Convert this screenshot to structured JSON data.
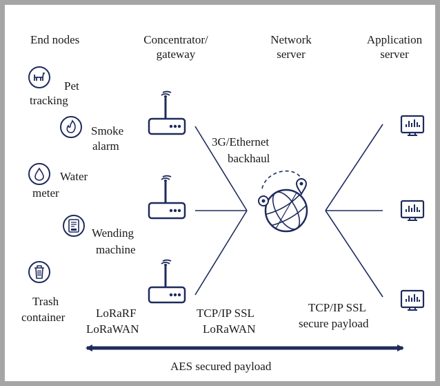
{
  "headers": {
    "end_nodes": "End nodes",
    "concentrator_1": "Concentrator/",
    "concentrator_2": "gateway",
    "network_1": "Network",
    "network_2": "server",
    "application_1": "Application",
    "application_2": "server"
  },
  "end_nodes": [
    {
      "line1": "Pet",
      "line2": "tracking",
      "icon": "pet-icon"
    },
    {
      "line1": "Smoke",
      "line2": "alarm",
      "icon": "flame-icon"
    },
    {
      "line1": "Water",
      "line2": "meter",
      "icon": "water-drop-icon"
    },
    {
      "line1": "Wending",
      "line2": "machine",
      "icon": "vending-machine-icon"
    },
    {
      "line1": "Trash",
      "line2": "container",
      "icon": "trash-icon"
    }
  ],
  "labels": {
    "backhaul_1": "3G/Ethernet",
    "backhaul_2": "backhaul",
    "lorarf_1": "LoRaRF",
    "lorarf_2": "LoRaWAN",
    "tcp1_1": "TCP/IP SSL",
    "tcp1_2": "LoRaWAN",
    "tcp2_1": "TCP/IP SSL",
    "tcp2_2": "secure payload",
    "aes": "AES secured payload"
  },
  "colors": {
    "primary": "#1e2a5c",
    "frame": "#a5a5a5",
    "text": "#1a1a1a"
  }
}
